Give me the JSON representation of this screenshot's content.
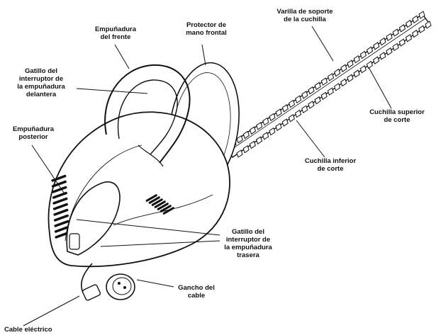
{
  "labels": {
    "front_handle": [
      "Empuñadura",
      "del frente"
    ],
    "front_guard": [
      "Protector de",
      "mano frontal"
    ],
    "blade_support": [
      "Varilla de soporte",
      "de la cuchilla"
    ],
    "front_trigger": [
      "Gatillo del",
      "interruptor de",
      "la empuñadura",
      "delantera"
    ],
    "rear_handle": [
      "Empuñadura",
      "posterior"
    ],
    "upper_blade": [
      "Cuchilla superior",
      "de corte"
    ],
    "lower_blade": [
      "Cuchilla inferior",
      "de corte"
    ],
    "rear_trigger": [
      "Gatillo del",
      "interruptor de",
      "la empuñadura",
      "trasera"
    ],
    "cord_hook": [
      "Gancho del",
      "cable"
    ],
    "power_cord": [
      "Cable eléctrico"
    ]
  }
}
